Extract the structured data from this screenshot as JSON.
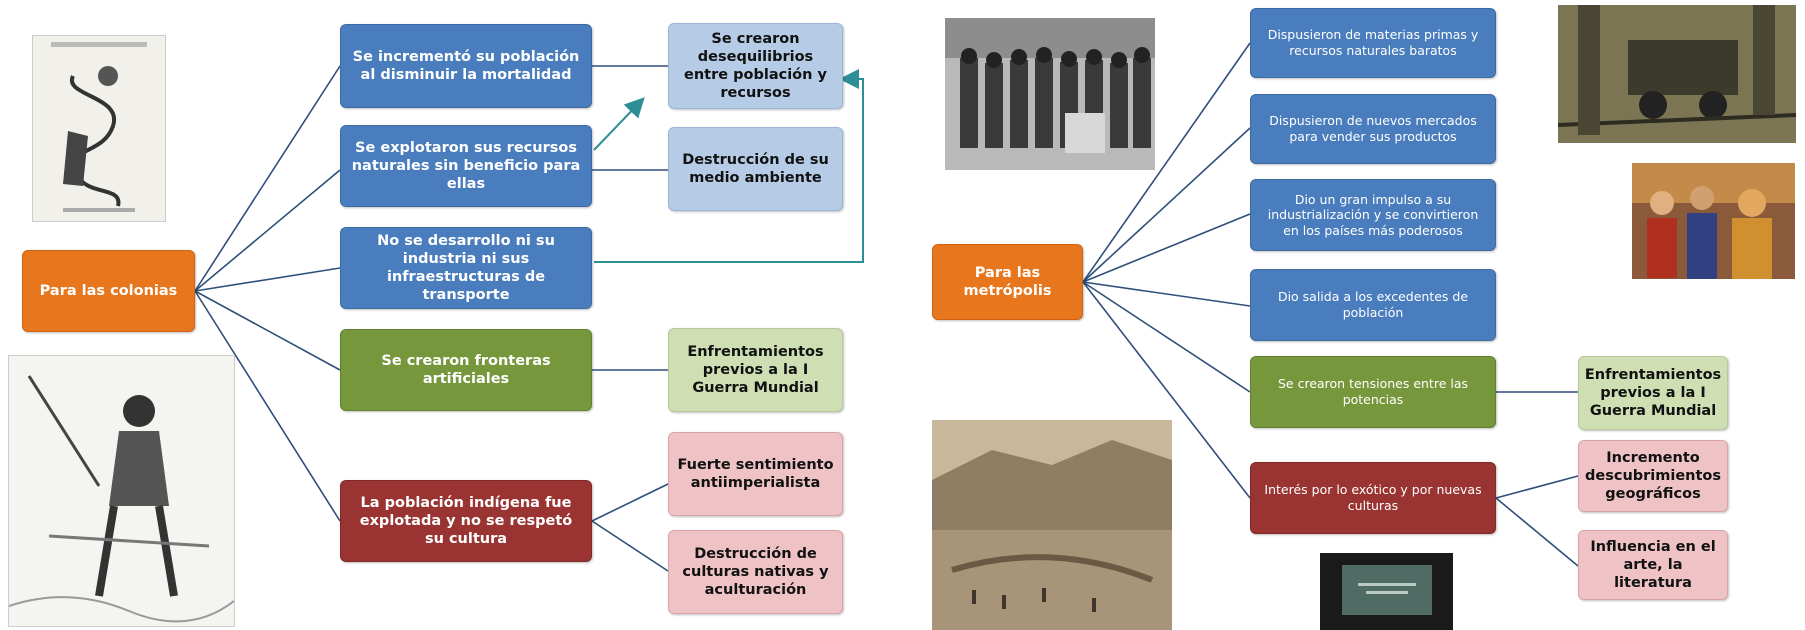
{
  "left": {
    "root": "Para las colonias",
    "n1": "Se incrementó su población al disminuir la mortalidad",
    "n2": "Se explotaron sus recursos naturales sin beneficio para ellas",
    "n3": "No se desarrollo ni su industria ni sus infraestructuras de transporte",
    "n4": "Se crearon fronteras artificiales",
    "n5": "La población indígena fue explotada y no se respetó su cultura",
    "c1": "Se crearon desequilibrios entre población y recursos",
    "c2": "Destrucción de su medio ambiente",
    "c3": "Enfrentamientos previos a la I Guerra Mundial",
    "c4": "Fuerte sentimiento antiimperialista",
    "c5": "Destrucción de culturas nativas y aculturación"
  },
  "right": {
    "root": "Para las metrópolis",
    "n1": "Dispusieron de materias primas y recursos naturales baratos",
    "n2": "Dispusieron de nuevos mercados para vender sus productos",
    "n3": "Dio un gran impulso a su industrialización y se convirtieron en los países más poderosos",
    "n4": "Dio salida a los excedentes de población",
    "n5": "Se crearon tensiones entre las potencias",
    "n6": "Interés por lo exótico y por nuevas culturas",
    "c1": "Enfrentamientos previos a la I Guerra Mundial",
    "c2": "Incremento descubrimientos geográficos",
    "c3": "Influencia en el arte, la literatura"
  },
  "colors": {
    "blue": "#4a7dbd",
    "light_blue": "#b6cce6",
    "orange": "#e8761c",
    "green": "#76973c",
    "light_green": "#cfdfb3",
    "red": "#9a3432",
    "pink": "#efc3c6",
    "connector": "#2f4f7a",
    "arrow": "#2e8e95"
  }
}
